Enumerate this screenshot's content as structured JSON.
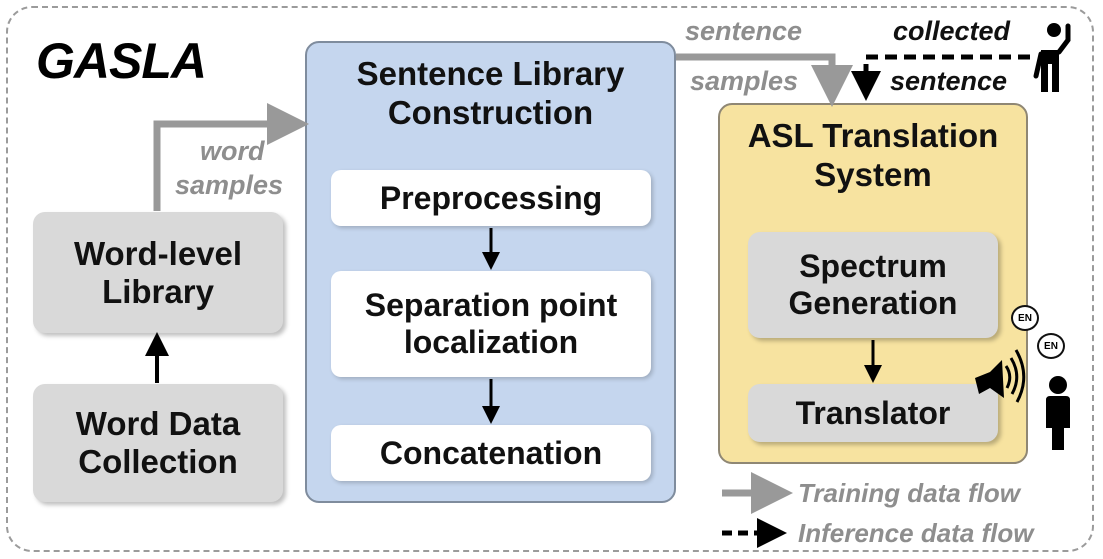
{
  "title": "GASLA",
  "word_data_collection": "Word Data\nCollection",
  "word_level_library": "Word-level\nLibrary",
  "word_samples_label": [
    "word",
    "samples"
  ],
  "sentence_library": {
    "title": "Sentence Library\nConstruction",
    "steps": [
      "Preprocessing",
      "Separation point\nlocalization",
      "Concatenation"
    ]
  },
  "sentence_samples_label": [
    "sentence",
    "samples"
  ],
  "collected_sentence_label": [
    "collected",
    "sentence"
  ],
  "asl_system": {
    "title": "ASL Translation\nSystem",
    "steps": [
      "Spectrum\nGeneration",
      "Translator"
    ]
  },
  "speech_bubbles": [
    "EN",
    "EN"
  ],
  "legend": {
    "training": "Training data flow",
    "inference": "Inference data flow"
  },
  "colors": {
    "blue_panel": "#c5d6ee",
    "yellow_panel": "#f7e3a0",
    "gray_box": "#d9d9d9",
    "training_arrow": "#999999",
    "inference_arrow": "#000000"
  },
  "icons": [
    "signer-person-icon",
    "listener-person-icon",
    "speaker-icon"
  ]
}
